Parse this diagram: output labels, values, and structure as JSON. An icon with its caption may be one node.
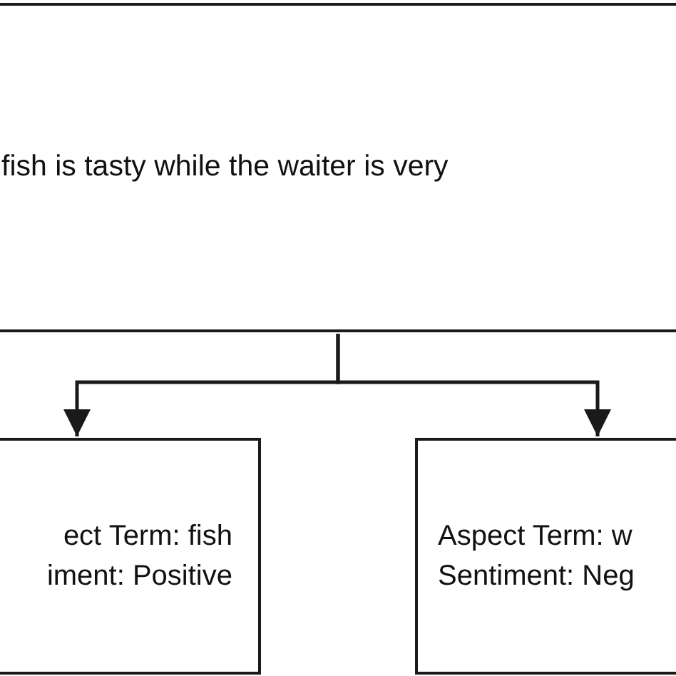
{
  "diagram": {
    "nodes": [
      {
        "text": [
          "fish is tasty while the waiter is very"
        ]
      },
      {
        "text": [
          "ect Term: fish",
          "iment: Positive"
        ]
      },
      {
        "text": [
          "Aspect Term: w",
          "Sentiment: Neg"
        ]
      }
    ],
    "edges": [
      {
        "from": 0,
        "to": 1,
        "arrow": "to"
      },
      {
        "from": 0,
        "to": 2,
        "arrow": "to"
      }
    ]
  }
}
